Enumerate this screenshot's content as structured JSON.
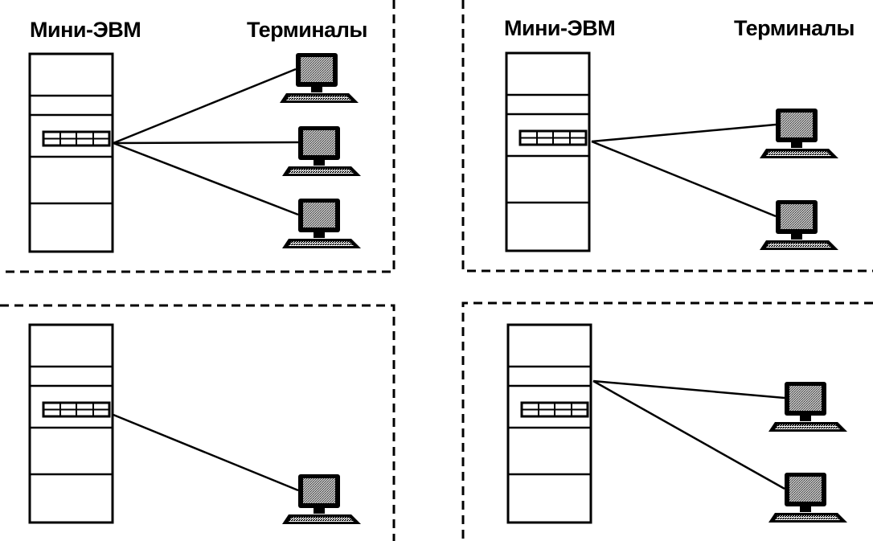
{
  "labels": {
    "mini_computer": "Мини-ЭВМ",
    "terminals": "Терминалы"
  },
  "colors": {
    "ink": "#000000",
    "background": "#ffffff",
    "screen_fill": "#9a9a9a"
  },
  "panels": [
    {
      "id": "top-left",
      "has_labels": true,
      "terminal_count": 3
    },
    {
      "id": "top-right",
      "has_labels": true,
      "terminal_count": 2
    },
    {
      "id": "bottom-left",
      "has_labels": false,
      "terminal_count": 1
    },
    {
      "id": "bottom-right",
      "has_labels": false,
      "terminal_count": 2
    }
  ]
}
